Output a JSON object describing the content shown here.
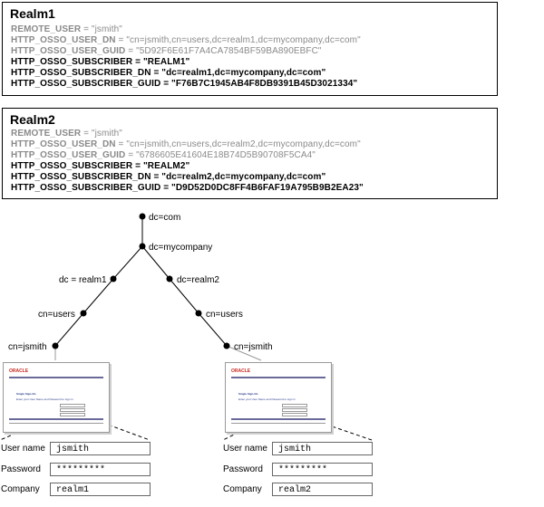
{
  "realm1": {
    "title": "Realm1",
    "attributes": [
      {
        "key": "REMOTE_USER",
        "value": " = \"jsmith\"",
        "style": "gray"
      },
      {
        "key": "HTTP_OSSO_USER_DN",
        "value": " = \"cn=jsmith,cn=users,dc=realm1,dc=mycompany,dc=com\"",
        "style": "gray"
      },
      {
        "key": "HTTP_OSSO_USER_GUID",
        "value": " = \"5D92F6E61F7A4CA7854BF59BA890EBFC\"",
        "style": "gray"
      },
      {
        "key": "HTTP_OSSO_SUBSCRIBER",
        "value": " = \"REALM1\"",
        "style": "black"
      },
      {
        "key": "HTTP_OSSO_SUBSCRIBER_DN",
        "value": " = \"dc=realm1,dc=mycompany,dc=com\"",
        "style": "black"
      },
      {
        "key": "HTTP_OSSO_SUBSCRIBER_GUID",
        "value": " = \"F76B7C1945AB4F8DB9391B45D3021334\"",
        "style": "black"
      }
    ]
  },
  "realm2": {
    "title": "Realm2",
    "attributes": [
      {
        "key": "REMOTE_USER",
        "value": " = \"jsmith\"",
        "style": "gray"
      },
      {
        "key": "HTTP_OSSO_USER_DN",
        "value": " = \"cn=jsmith,cn=users,dc=realm2,dc=mycompany,dc=com\"",
        "style": "gray"
      },
      {
        "key": "HTTP_OSSO_USER_GUID",
        "value": " = \"6786605E41604E18B74D5B90708F5CA4\"",
        "style": "gray"
      },
      {
        "key": "HTTP_OSSO_SUBSCRIBER",
        "value": " = \"REALM2\"",
        "style": "black"
      },
      {
        "key": "HTTP_OSSO_SUBSCRIBER_DN",
        "value": " = \"dc=realm2,dc=mycompany,dc=com\"",
        "style": "black"
      },
      {
        "key": "HTTP_OSSO_SUBSCRIBER_GUID",
        "value": " = \"D9D52D0DC8FF4B6FAF19A795B9B2EA23\"",
        "style": "black"
      }
    ]
  },
  "tree": {
    "root": "dc=com",
    "mycompany": "dc=mycompany",
    "realm1": "dc = realm1",
    "realm2": "dc=realm2",
    "users_left": "cn=users",
    "users_right": "cn=users",
    "user_left": "cn=jsmith",
    "user_right": "cn=jsmith"
  },
  "thumbnail": {
    "logo": "ORACLE",
    "heading": "Single Sign-On",
    "subheading": "Enter your User Name and Password to sign in"
  },
  "form_left": {
    "username_label": "User name",
    "username_value": "jsmith",
    "password_label": "Password",
    "password_value": "*********",
    "company_label": "Company",
    "company_value": "realm1"
  },
  "form_right": {
    "username_label": "User name",
    "username_value": "jsmith",
    "password_label": "Password",
    "password_value": "*********",
    "company_label": "Company",
    "company_value": "realm2"
  }
}
